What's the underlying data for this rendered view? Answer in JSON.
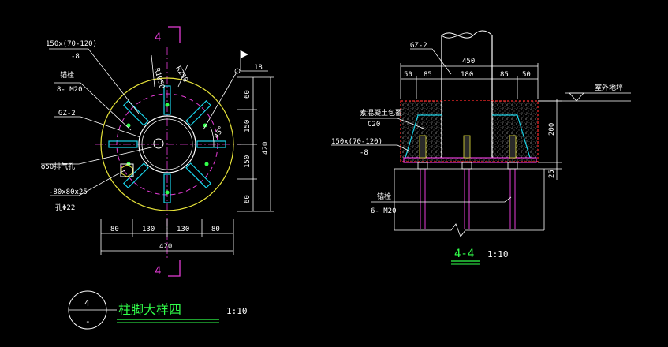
{
  "plan_view": {
    "labels": {
      "plate": "150x(70-120)",
      "plate_thk": "-8",
      "anchor_title": "锚栓",
      "anchor_spec": "8- M20",
      "column": "GZ-2",
      "vent_hole": "φ50排气孔",
      "washer": "-80x80x25",
      "washer_hole": "孔Φ22",
      "r1": "R1050",
      "r2": "R250",
      "angle": "45°"
    },
    "section_marker": "4",
    "dim_top": "18",
    "dims_right": [
      "60",
      "150",
      "150",
      "60"
    ],
    "dim_right_total": "420",
    "dims_bottom": [
      "80",
      "130",
      "130",
      "80"
    ],
    "dim_bottom_total": "420"
  },
  "title_block": {
    "number": "4",
    "sheet": "-",
    "title": "柱脚大样四",
    "scale": "1:10"
  },
  "section_view": {
    "labels": {
      "column": "GZ-2",
      "concrete_title": "素混凝土包覆",
      "concrete_grade": "C20",
      "plate": "150x(70-120)",
      "plate_thk": "-8",
      "anchor_title": "锚栓",
      "anchor_spec": "6- M20",
      "ground": "室外地坪"
    },
    "dim_total": "450",
    "dims_top": [
      "50",
      "85",
      "180",
      "85",
      "50"
    ],
    "dim_right_upper": "200",
    "dim_right_lower": "25",
    "title": "4-4",
    "scale": "1:10"
  },
  "colors": {
    "background": "#000000",
    "line": "#ffffff",
    "marker": "#e53cd6",
    "stiffener": "#19d3e8",
    "circle": "#e8e43a",
    "concrete_edge": "#ff2a2a",
    "title": "#31ff4a"
  }
}
